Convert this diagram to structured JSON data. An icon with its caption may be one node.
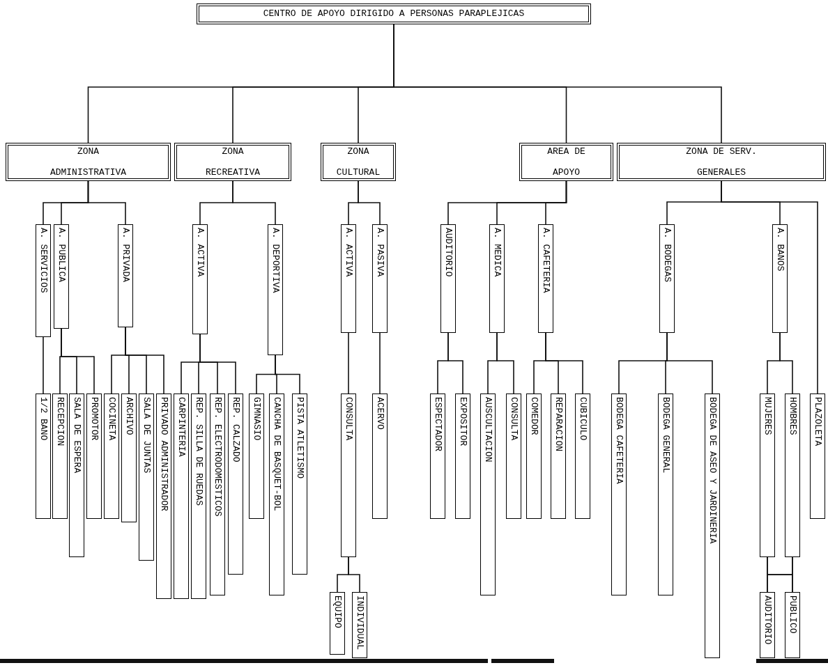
{
  "diagram": {
    "nodes": [
      {
        "text": [
          "CENTRO DE APOYO DIRIGIDO A PERSONAS PARAPLEJICAS"
        ]
      },
      {
        "text": [
          "ZONA ADMINISTRATIVA"
        ]
      },
      {
        "text": [
          "ZONA RECREATIVA"
        ]
      },
      {
        "text": [
          "ZONA CULTURAL"
        ]
      },
      {
        "text": [
          "AREA DE APOYO"
        ]
      },
      {
        "text": [
          "ZONA DE SERV. GENERALES"
        ]
      },
      {
        "text": [
          "A. SERVICIOS"
        ]
      },
      {
        "text": [
          "A. PUBLICA"
        ]
      },
      {
        "text": [
          "A. PRIVADA"
        ]
      },
      {
        "text": [
          "A. ACTIVA"
        ]
      },
      {
        "text": [
          "A. DEPORTIVA"
        ]
      },
      {
        "text": [
          "A. ACTIVA"
        ]
      },
      {
        "text": [
          "A. PASIVA"
        ]
      },
      {
        "text": [
          "AUDITORIO"
        ]
      },
      {
        "text": [
          "A. MEDICA"
        ]
      },
      {
        "text": [
          "A. CAFETERIA"
        ]
      },
      {
        "text": [
          "A. BODEGAS"
        ]
      },
      {
        "text": [
          "A. BANOS"
        ]
      },
      {
        "text": [
          "1/2 BANO"
        ]
      },
      {
        "text": [
          "RECEPCION"
        ]
      },
      {
        "text": [
          "SALA DE ESPERA"
        ]
      },
      {
        "text": [
          "PROMOTOR"
        ]
      },
      {
        "text": [
          "COCINETA"
        ]
      },
      {
        "text": [
          "ARCHIVO"
        ]
      },
      {
        "text": [
          "SALA DE JUNTAS"
        ]
      },
      {
        "text": [
          "PRIVADO ADMINISTRADOR"
        ]
      },
      {
        "text": [
          "CARPINTERIA"
        ]
      },
      {
        "text": [
          "REP. SILLA DE RUEDAS"
        ]
      },
      {
        "text": [
          "REP. ELECTRODOMESTICOS"
        ]
      },
      {
        "text": [
          "REP. CALZADO"
        ]
      },
      {
        "text": [
          "GIMNASIO"
        ]
      },
      {
        "text": [
          "CANCHA DE BASQUET-BOL"
        ]
      },
      {
        "text": [
          "PISTA ATLETISMO"
        ]
      },
      {
        "text": [
          "CONSULTA"
        ]
      },
      {
        "text": [
          "ACERVO"
        ]
      },
      {
        "text": [
          "ESPECTADOR"
        ]
      },
      {
        "text": [
          "EXPOSITOR"
        ]
      },
      {
        "text": [
          "AUSCULTACION"
        ]
      },
      {
        "text": [
          "CONSULTA"
        ]
      },
      {
        "text": [
          "COMEDOR"
        ]
      },
      {
        "text": [
          "REPARACION"
        ]
      },
      {
        "text": [
          "CUBICULO"
        ]
      },
      {
        "text": [
          "BODEGA CAFETERIA"
        ]
      },
      {
        "text": [
          "BODEGA GENERAL"
        ]
      },
      {
        "text": [
          "BODEGA DE ASEO Y JARDINERIA"
        ]
      },
      {
        "text": [
          "MUJERES"
        ]
      },
      {
        "text": [
          "HOMBRES"
        ]
      },
      {
        "text": [
          "PLAZOLETA"
        ]
      },
      {
        "text": [
          "EQUIPO"
        ]
      },
      {
        "text": [
          "INDIVIDUAL"
        ]
      },
      {
        "text": [
          "AUDITORIO"
        ]
      },
      {
        "text": [
          "PUBLICO"
        ]
      }
    ],
    "edges": [
      {
        "from": 0,
        "to": 1,
        "arrow": "none"
      },
      {
        "from": 0,
        "to": 2,
        "arrow": "none"
      },
      {
        "from": 0,
        "to": 3,
        "arrow": "none"
      },
      {
        "from": 0,
        "to": 4,
        "arrow": "none"
      },
      {
        "from": 0,
        "to": 5,
        "arrow": "none"
      },
      {
        "from": 1,
        "to": 6,
        "arrow": "none"
      },
      {
        "from": 1,
        "to": 7,
        "arrow": "none"
      },
      {
        "from": 1,
        "to": 8,
        "arrow": "none"
      },
      {
        "from": 2,
        "to": 9,
        "arrow": "none"
      },
      {
        "from": 2,
        "to": 10,
        "arrow": "none"
      },
      {
        "from": 3,
        "to": 11,
        "arrow": "none"
      },
      {
        "from": 3,
        "to": 12,
        "arrow": "none"
      },
      {
        "from": 4,
        "to": 13,
        "arrow": "none"
      },
      {
        "from": 4,
        "to": 14,
        "arrow": "none"
      },
      {
        "from": 4,
        "to": 15,
        "arrow": "none"
      },
      {
        "from": 5,
        "to": 16,
        "arrow": "none"
      },
      {
        "from": 5,
        "to": 17,
        "arrow": "none"
      },
      {
        "from": 5,
        "to": 47,
        "arrow": "none"
      },
      {
        "from": 6,
        "to": 18,
        "arrow": "none"
      },
      {
        "from": 7,
        "to": 19,
        "arrow": "none"
      },
      {
        "from": 7,
        "to": 20,
        "arrow": "none"
      },
      {
        "from": 7,
        "to": 21,
        "arrow": "none"
      },
      {
        "from": 8,
        "to": 22,
        "arrow": "none"
      },
      {
        "from": 8,
        "to": 23,
        "arrow": "none"
      },
      {
        "from": 8,
        "to": 24,
        "arrow": "none"
      },
      {
        "from": 8,
        "to": 25,
        "arrow": "none"
      },
      {
        "from": 9,
        "to": 26,
        "arrow": "none"
      },
      {
        "from": 9,
        "to": 27,
        "arrow": "none"
      },
      {
        "from": 9,
        "to": 28,
        "arrow": "none"
      },
      {
        "from": 9,
        "to": 29,
        "arrow": "none"
      },
      {
        "from": 10,
        "to": 30,
        "arrow": "none"
      },
      {
        "from": 10,
        "to": 31,
        "arrow": "none"
      },
      {
        "from": 10,
        "to": 32,
        "arrow": "none"
      },
      {
        "from": 11,
        "to": 33,
        "arrow": "none"
      },
      {
        "from": 12,
        "to": 34,
        "arrow": "none"
      },
      {
        "from": 13,
        "to": 35,
        "arrow": "none"
      },
      {
        "from": 13,
        "to": 36,
        "arrow": "none"
      },
      {
        "from": 14,
        "to": 37,
        "arrow": "none"
      },
      {
        "from": 14,
        "to": 38,
        "arrow": "none"
      },
      {
        "from": 15,
        "to": 39,
        "arrow": "none"
      },
      {
        "from": 15,
        "to": 40,
        "arrow": "none"
      },
      {
        "from": 15,
        "to": 41,
        "arrow": "none"
      },
      {
        "from": 16,
        "to": 42,
        "arrow": "none"
      },
      {
        "from": 16,
        "to": 43,
        "arrow": "none"
      },
      {
        "from": 16,
        "to": 44,
        "arrow": "none"
      },
      {
        "from": 17,
        "to": 45,
        "arrow": "none"
      },
      {
        "from": 17,
        "to": 46,
        "arrow": "none"
      },
      {
        "from": 33,
        "to": 48,
        "arrow": "none"
      },
      {
        "from": 33,
        "to": 49,
        "arrow": "none"
      },
      {
        "from": 45,
        "to": 50,
        "arrow": "none"
      },
      {
        "from": 45,
        "to": 51,
        "arrow": "none"
      },
      {
        "from": 46,
        "to": 50,
        "arrow": "none"
      },
      {
        "from": 46,
        "to": 51,
        "arrow": "none"
      }
    ]
  }
}
